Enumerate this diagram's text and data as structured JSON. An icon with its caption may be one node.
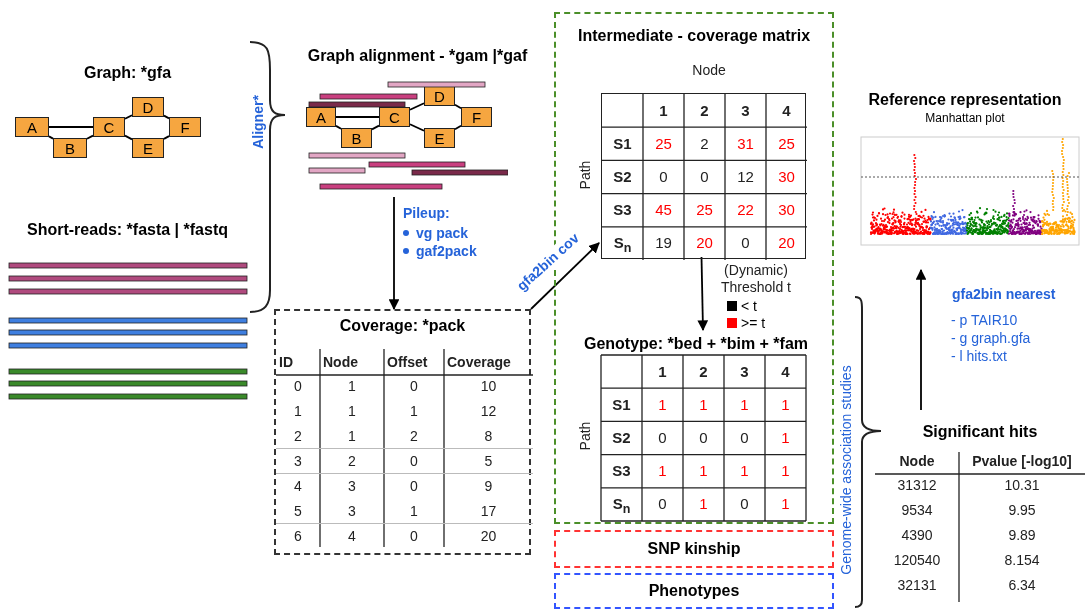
{
  "diagram": {
    "nodes": [
      {
        "text": [
          "Graph: *gfa"
        ]
      },
      {
        "text": [
          "A"
        ],
        "in": 0
      },
      {
        "text": [
          "B"
        ],
        "in": 0
      },
      {
        "text": [
          "C"
        ],
        "in": 0
      },
      {
        "text": [
          "D"
        ],
        "in": 0
      },
      {
        "text": [
          "E"
        ],
        "in": 0
      },
      {
        "text": [
          "F"
        ],
        "in": 0
      },
      {
        "text": [
          "Short-reads: *fasta | *fastq"
        ]
      },
      {
        "text": [
          "Graph alignment - *gam |*gaf"
        ]
      },
      {
        "text": [
          "A"
        ],
        "in": 8
      },
      {
        "text": [
          "B"
        ],
        "in": 8
      },
      {
        "text": [
          "C"
        ],
        "in": 8
      },
      {
        "text": [
          "D"
        ],
        "in": 8
      },
      {
        "text": [
          "E"
        ],
        "in": 8
      },
      {
        "text": [
          "F"
        ],
        "in": 8
      },
      {
        "text": [
          "Coverage: *pack"
        ]
      },
      {
        "text": [
          "Intermediate - coverage matrix"
        ]
      },
      {
        "text": [],
        "shape": "box",
        "in": 16
      },
      {
        "text": [
          "Genotype: *bed + *bim + *fam"
        ],
        "in": 16
      },
      {
        "text": [
          "SNP kinship"
        ]
      },
      {
        "text": [
          "Phenotypes"
        ]
      },
      {
        "text": [
          "Significant hits"
        ]
      },
      {
        "text": [
          "Reference representation",
          "Manhattan plot"
        ]
      }
    ],
    "edges": [
      {
        "from": 1,
        "to": 2,
        "arrow": "none"
      },
      {
        "from": 1,
        "to": 3,
        "arrow": "none"
      },
      {
        "from": 2,
        "to": 3,
        "arrow": "none"
      },
      {
        "from": 3,
        "to": 4,
        "arrow": "none"
      },
      {
        "from": 3,
        "to": 5,
        "arrow": "none"
      },
      {
        "from": 4,
        "to": 6,
        "arrow": "none"
      },
      {
        "from": 5,
        "to": 6,
        "arrow": "none"
      },
      {
        "from": 9,
        "to": 10,
        "arrow": "none"
      },
      {
        "from": 9,
        "to": 11,
        "arrow": "none"
      },
      {
        "from": 10,
        "to": 11,
        "arrow": "none"
      },
      {
        "from": 11,
        "to": 12,
        "arrow": "none"
      },
      {
        "from": 11,
        "to": 13,
        "arrow": "none"
      },
      {
        "from": 12,
        "to": 14,
        "arrow": "none"
      },
      {
        "from": 13,
        "to": 14,
        "arrow": "none"
      },
      {
        "from": 8,
        "to": 15,
        "arrow": "to",
        "label": "Pileup:"
      },
      {
        "from": 15,
        "to": 17,
        "arrow": "to",
        "label": "gfa2bin cov"
      },
      {
        "from": 17,
        "to": 18,
        "arrow": "to",
        "label": "(Dynamic) Threshold t"
      },
      {
        "from": 21,
        "to": 22,
        "arrow": "to",
        "label": "gfa2bin nearest"
      }
    ],
    "labels": [
      "Aligner*",
      "vg pack",
      "gaf2pack",
      "ID",
      "Node",
      "Offset",
      "Coverage",
      "0",
      "1",
      "0",
      "10",
      "1",
      "1",
      "1",
      "12",
      "2",
      "1",
      "2",
      "8",
      "3",
      "2",
      "0",
      "5",
      "4",
      "3",
      "0",
      "9",
      "5",
      "3",
      "1",
      "17",
      "6",
      "4",
      "0",
      "20",
      "Node",
      "Path",
      "1",
      "2",
      "3",
      "4",
      "S1",
      "25",
      "2",
      "31",
      "25",
      "S2",
      "0",
      "0",
      "12",
      "30",
      "S3",
      "45",
      "25",
      "22",
      "30",
      "S$_{n}$",
      "19",
      "20",
      "0",
      "20",
      "Path",
      "1",
      "2",
      "3",
      "4",
      "S1",
      "1",
      "1",
      "1",
      "1",
      "S2",
      "0",
      "0",
      "0",
      "1",
      "S3",
      "1",
      "1",
      "1",
      "1",
      "S$_{n}$",
      "0",
      "1",
      "0",
      "1",
      "Genome-wide association studies",
      "Node",
      "Pvalue [-log10]",
      "31312",
      "10.31",
      "9534",
      "9.95",
      "4390",
      "9.89",
      "120540",
      "8.154",
      "32131",
      "6.34",
      "- p TAIR10",
      "- g graph.gfa",
      "- l hits.txt"
    ],
    "legend": [
      {
        "text": "< t",
        "color": "#000000"
      },
      {
        "text": ">= t",
        "color": "#ff0000"
      }
    ]
  }
}
